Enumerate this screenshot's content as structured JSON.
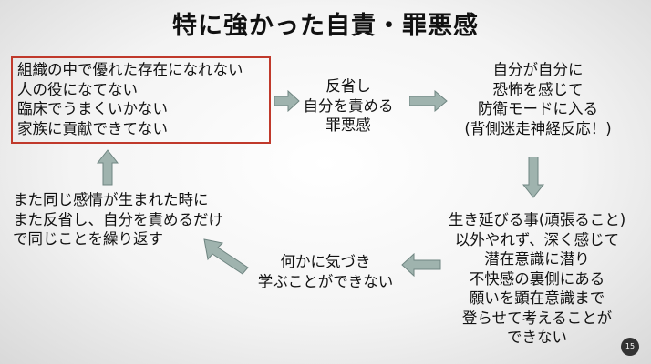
{
  "title": "特に強かった自責・罪悪感",
  "nodes": {
    "top_left": [
      "組織の中で優れた存在になれない",
      "人の役になてない",
      "臨床でうまくいかない",
      "家族に貢献できてない"
    ],
    "top_middle": [
      "反省し",
      "自分を責める",
      "罪悪感"
    ],
    "top_right": [
      "自分が自分に",
      "恐怖を感じて",
      "防衛モードに入る",
      "(背側迷走神経反応！)"
    ],
    "bottom_right": [
      "生き延びる事(頑張ること)",
      "以外やれず、深く感じて",
      "潜在意識に潜り",
      "不快感の裏側にある",
      "願いを顕在意識まで",
      "登らせて考えることが",
      "できない"
    ],
    "bottom_middle": [
      "何かに気づき",
      "学ぶことができない"
    ],
    "bottom_left": [
      "また同じ感情が生まれた時に",
      "また反省し、自分を責めるだけ",
      "で同じことを繰り返す"
    ]
  },
  "page_number": "15",
  "colors": {
    "arrow_fill": "#9fb3ae",
    "arrow_stroke": "#6f8581",
    "highlight_border": "#c0392b"
  }
}
